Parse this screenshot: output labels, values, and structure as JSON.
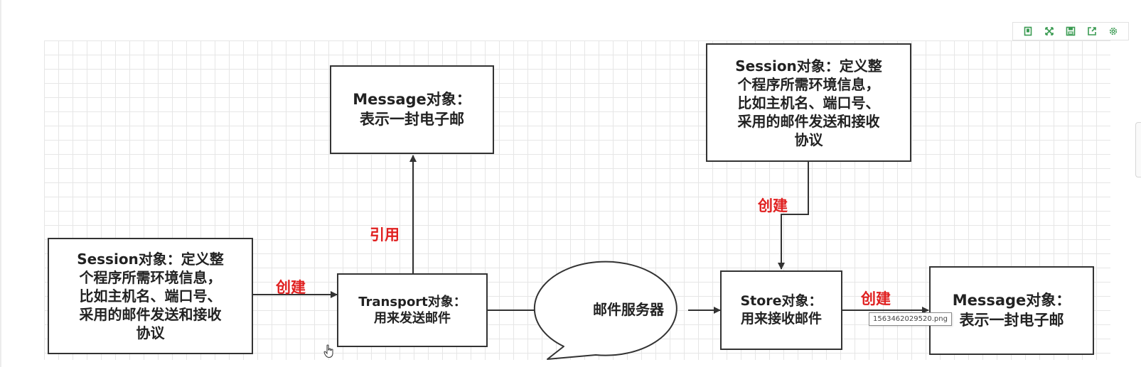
{
  "nodes": {
    "session_left": "Session对象：定义整\n个程序所需环境信息，\n比如主机名、端口号、\n采用的邮件发送和接收\n协议",
    "message_top": "Message对象：\n表示一封电子邮",
    "transport": "Transport对象：\n用来发送邮件",
    "mail_server": "邮件服务器",
    "session_right": "Session对象：定义整\n个程序所需环境信息，\n比如主机名、端口号、\n采用的邮件发送和接收\n协议",
    "store": "Store对象：\n用来接收邮件",
    "message_right": "Message对象：\n表示一封电子邮"
  },
  "edges": {
    "create_left": "创建",
    "reference": "引用",
    "create_top_right": "创建",
    "create_right": "创建"
  },
  "tooltip": "1563462029520.png",
  "toolbar": {
    "icons": [
      "bookmark-icon",
      "fullscreen-icon",
      "save-icon",
      "export-icon",
      "settings-icon"
    ],
    "accent": "#3a9b52"
  },
  "colors": {
    "label_red": "#e02020",
    "grid": "#e6e6e6",
    "stroke": "#333333"
  }
}
